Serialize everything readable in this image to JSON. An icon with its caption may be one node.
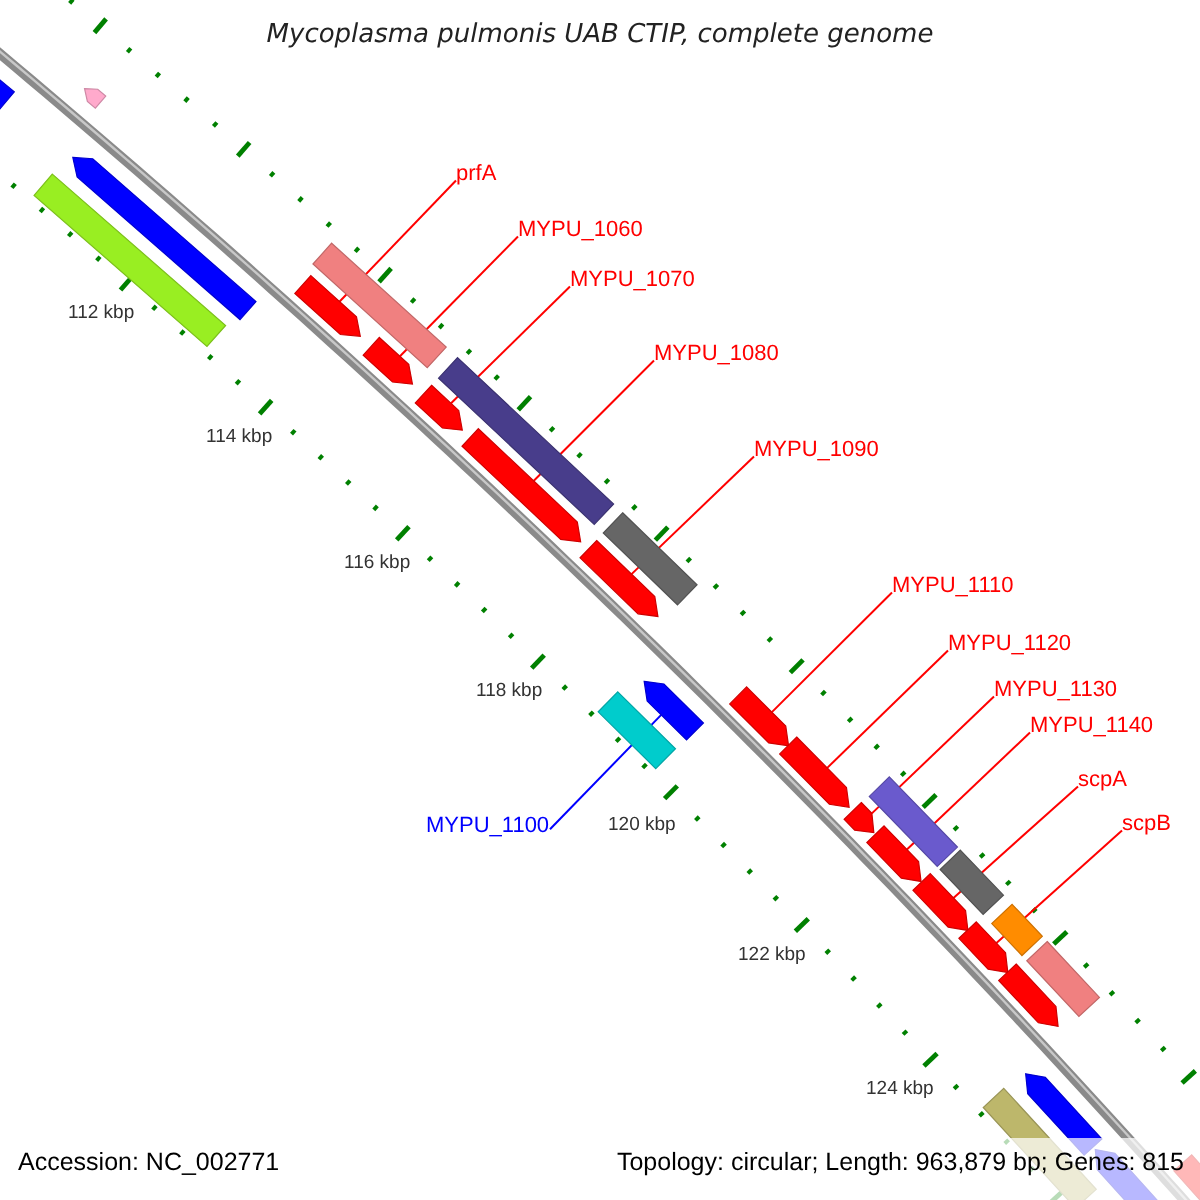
{
  "diagram": {
    "title": "Mycoplasma pulmonis UAB CTIP, complete genome",
    "nodes": [
      {
        "text": [
          "prfA"
        ]
      },
      {
        "text": [
          "MYPU_1060"
        ]
      },
      {
        "text": [
          "MYPU_1070"
        ]
      },
      {
        "text": [
          "MYPU_1080"
        ]
      },
      {
        "text": [
          "MYPU_1090"
        ]
      },
      {
        "text": [
          "MYPU_1100"
        ]
      },
      {
        "text": [
          "MYPU_1110"
        ]
      },
      {
        "text": [
          "MYPU_1120"
        ]
      },
      {
        "text": [
          "MYPU_1130"
        ]
      },
      {
        "text": [
          "MYPU_1140"
        ]
      },
      {
        "text": [
          "scpA"
        ]
      },
      {
        "text": [
          "scpB"
        ]
      },
      {
        "text": [],
        "shape": "arrow"
      },
      {
        "text": [],
        "shape": "arrow"
      },
      {
        "text": [],
        "shape": "arrow"
      },
      {
        "text": [],
        "shape": "arrow"
      },
      {
        "text": [],
        "shape": "arrow"
      },
      {
        "text": [],
        "shape": "arrow"
      },
      {
        "text": [],
        "shape": "arrow"
      },
      {
        "text": [],
        "shape": "arrow"
      },
      {
        "text": [],
        "shape": "arrow"
      },
      {
        "text": [],
        "shape": "arrow"
      },
      {
        "text": [],
        "shape": "arrow"
      },
      {
        "text": [],
        "shape": "arrow"
      },
      {
        "text": [],
        "shape": "arrow"
      },
      {
        "text": [],
        "shape": "arrow"
      }
    ],
    "edges": [
      {
        "from": 0,
        "to": 12,
        "arrow": "none"
      },
      {
        "from": 1,
        "to": 13,
        "arrow": "none"
      },
      {
        "from": 2,
        "to": 14,
        "arrow": "none"
      },
      {
        "from": 3,
        "to": 15,
        "arrow": "none"
      },
      {
        "from": 4,
        "to": 16,
        "arrow": "none"
      },
      {
        "from": 5,
        "to": 17,
        "arrow": "none",
        "color": "#0000ff"
      },
      {
        "from": 6,
        "to": 18,
        "arrow": "none"
      },
      {
        "from": 7,
        "to": 19,
        "arrow": "none"
      },
      {
        "from": 8,
        "to": 20,
        "arrow": "none"
      },
      {
        "from": 9,
        "to": 21,
        "arrow": "none"
      },
      {
        "from": 10,
        "to": 22,
        "arrow": "none"
      },
      {
        "from": 11,
        "to": 23,
        "arrow": "none"
      }
    ],
    "labels": [
      "112 kbp",
      "114 kbp",
      "116 kbp",
      "118 kbp",
      "120 kbp",
      "122 kbp",
      "124 kbp",
      "Accession: NC_002771",
      "Topology: circular; Length: 963,879 bp; Genes: 815"
    ]
  }
}
